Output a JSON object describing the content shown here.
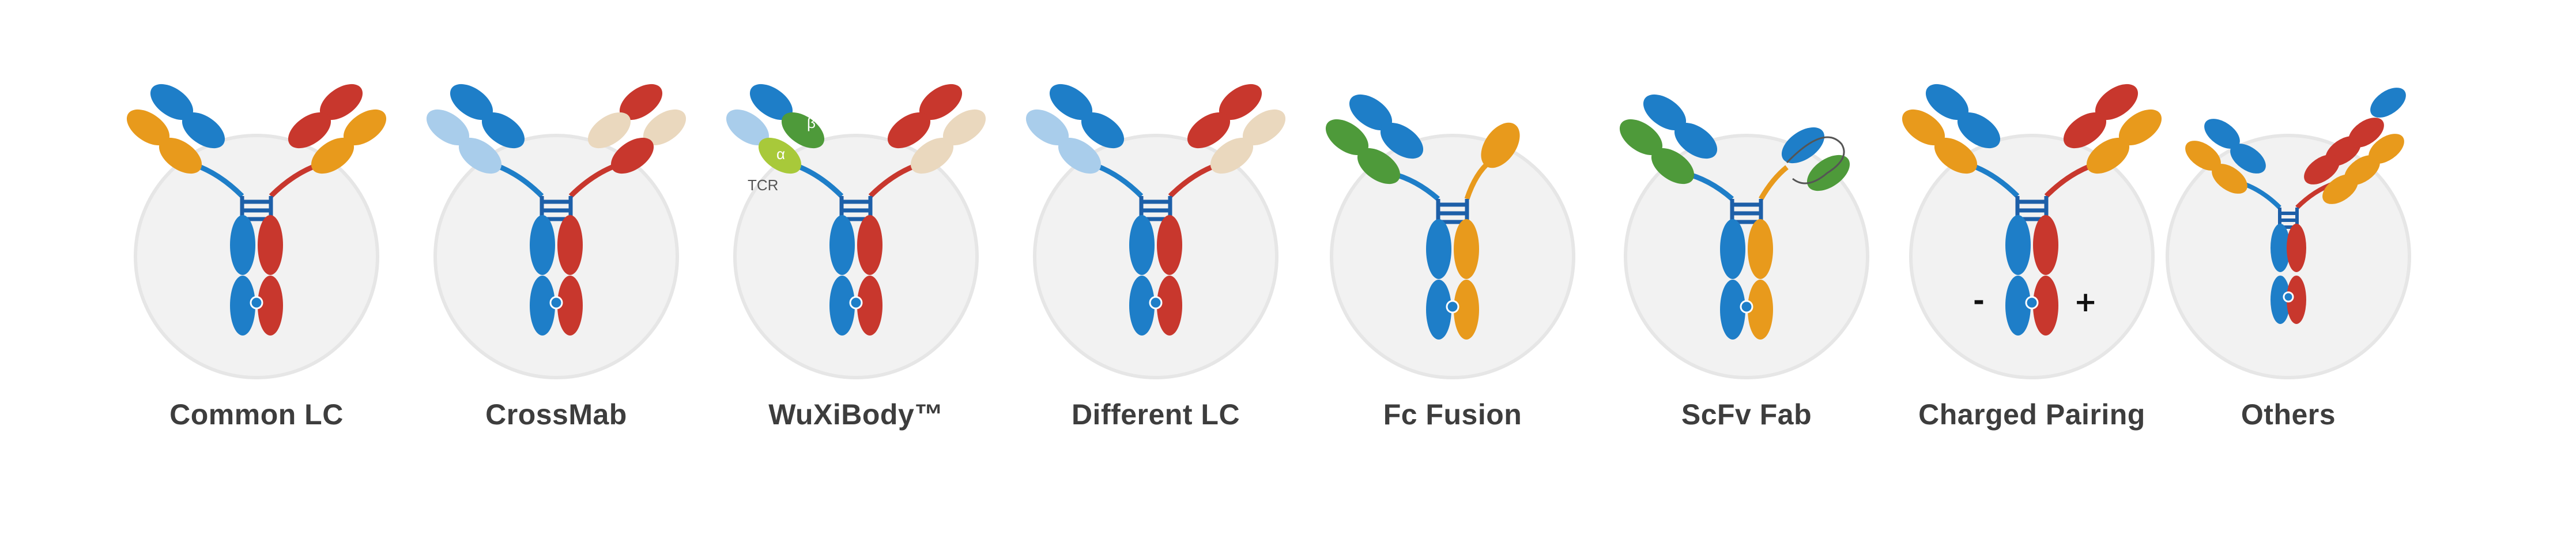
{
  "colors": {
    "blue": "#1E7EC8",
    "red": "#C8372D",
    "orange": "#E89A1C",
    "light_blue": "#A9CDEB",
    "beige": "#EAD8BE",
    "green": "#4E9A3A",
    "light_green": "#A8C93A",
    "hinge": "#1D5FA8",
    "circle": "#F2F2F2"
  },
  "formats": [
    {
      "name": "Common LC"
    },
    {
      "name": "CrossMab"
    },
    {
      "name": "WuXiBody™",
      "tcr_label": "TCR",
      "alpha": "α",
      "beta": "β"
    },
    {
      "name": "Different LC"
    },
    {
      "name": "Fc Fusion"
    },
    {
      "name": "ScFv Fab"
    },
    {
      "name": "Charged Pairing",
      "minus": "-",
      "plus": "+"
    },
    {
      "name": "Others"
    }
  ]
}
